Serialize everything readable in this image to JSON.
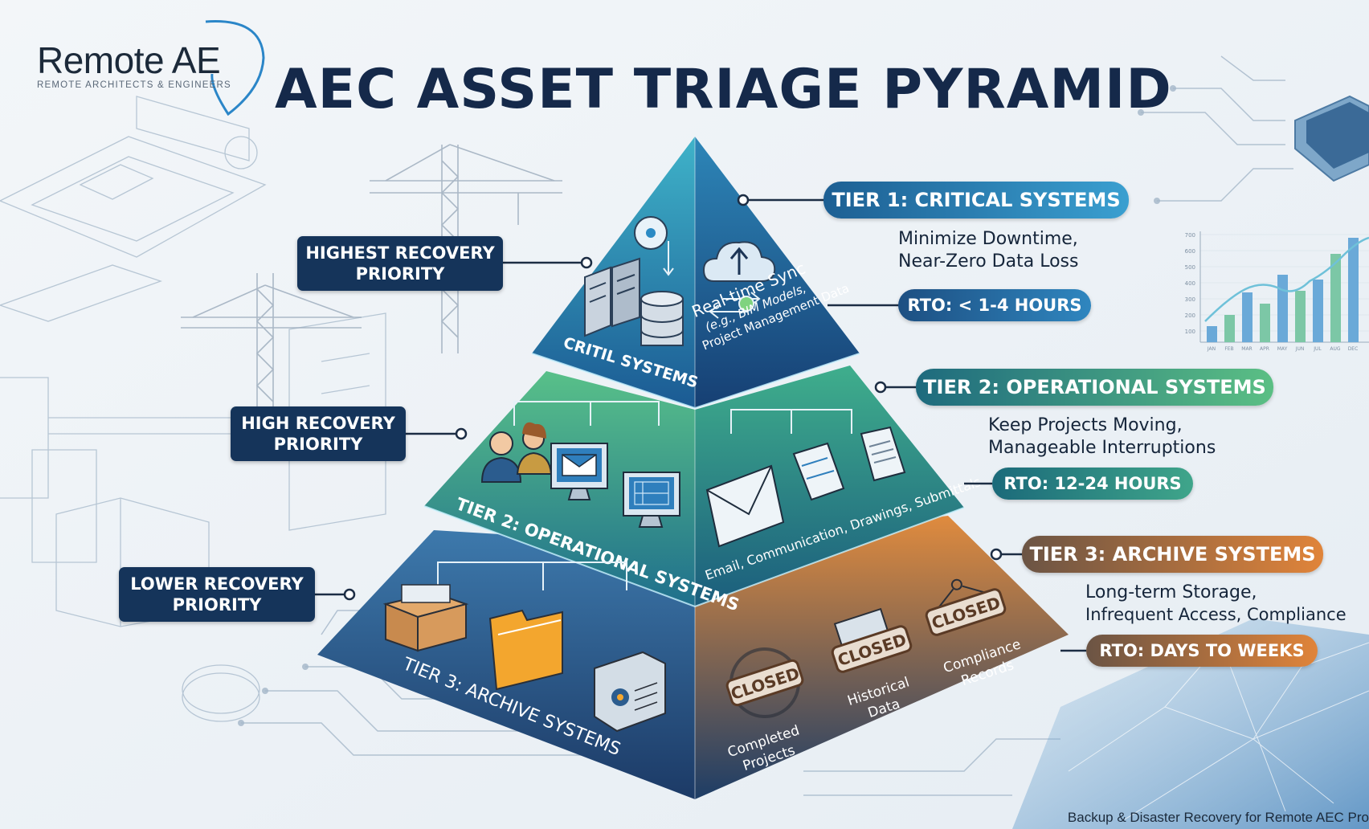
{
  "brand": {
    "name": "Remote AE",
    "tagline": "REMOTE ARCHITECTS & ENGINEERS"
  },
  "title": "AEC ASSET TRIAGE PYRAMID",
  "priorities": {
    "highest": "HIGHEST RECOVERY PRIORITY",
    "high": "HIGH RECOVERY PRIORITY",
    "lower": "LOWER RECOVERY PRIORITY"
  },
  "tiers": [
    {
      "label": "TIER 1: CRITICAL SYSTEMS",
      "desc_lines": [
        "Minimize Downtime,",
        "Near-Zero Data Loss"
      ],
      "rto": "RTO: < 1-4 HOURS",
      "pyramid_left_label": "CRITIL SYSTEMS",
      "pyramid_right_lines": [
        "Real-time Sync",
        "(e.g., BIM Models,",
        "Project Management Data"
      ]
    },
    {
      "label": "TIER 2: OPERATIONAL SYSTEMS",
      "desc_lines": [
        "Keep Projects Moving,",
        "Manageable Interruptions"
      ],
      "rto": "RTO: 12-24 HOURS",
      "pyramid_left_label": "TIER 2: OPERATIONAL SYSTEMS",
      "pyramid_right_label": "Email, Communication, Drawings, Submittals"
    },
    {
      "label": "TIER 3: ARCHIVE SYSTEMS",
      "desc_lines": [
        "Long-term Storage,",
        "Infrequent Access, Compliance"
      ],
      "rto": "RTO: DAYS TO WEEKS",
      "pyramid_left_label": "TIER 3: ARCHIVE SYSTEMS",
      "closed_sign": "CLOSED",
      "archive_items": [
        [
          "Completed",
          "Projects"
        ],
        [
          "Historical",
          "Data"
        ],
        [
          "Compliance",
          "Records"
        ]
      ]
    }
  ],
  "side_chart": {
    "y_ticks": [
      "700",
      "600",
      "500",
      "400",
      "300",
      "200",
      "100"
    ],
    "x_ticks": [
      "JAN",
      "FEB",
      "MAR",
      "APR",
      "MAY",
      "JUN",
      "JUL",
      "AUG",
      "DEC"
    ]
  },
  "footer": "Backup & Disaster Recovery for Remote AEC Pro",
  "colors": {
    "navy": "#15345a",
    "tier1": "#1f7fb4",
    "tier2": "#2e9a8a",
    "tier3": "#d9782a",
    "brown_pill": "#6b5444",
    "title": "#15294a"
  }
}
